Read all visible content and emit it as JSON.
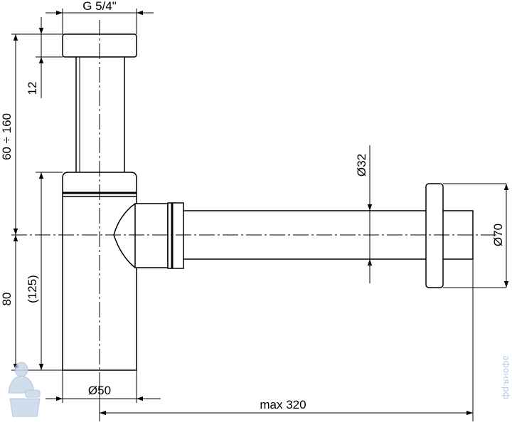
{
  "drawing": {
    "dimensions": {
      "thread": "G 5/4\"",
      "flange_height": "12",
      "tube_length": "60 ÷ 160",
      "body_height": "80",
      "outlet_height": "(125)",
      "body_diameter": "Ø50",
      "pipe_diameter": "Ø32",
      "rosette_diameter": "Ø70",
      "max_length": "max 320"
    },
    "watermark": {
      "text": "aфоня.рф",
      "logo": "plumber-mascot-icon"
    },
    "colors": {
      "line": "#000000",
      "watermark": "#b9cbe0"
    }
  }
}
